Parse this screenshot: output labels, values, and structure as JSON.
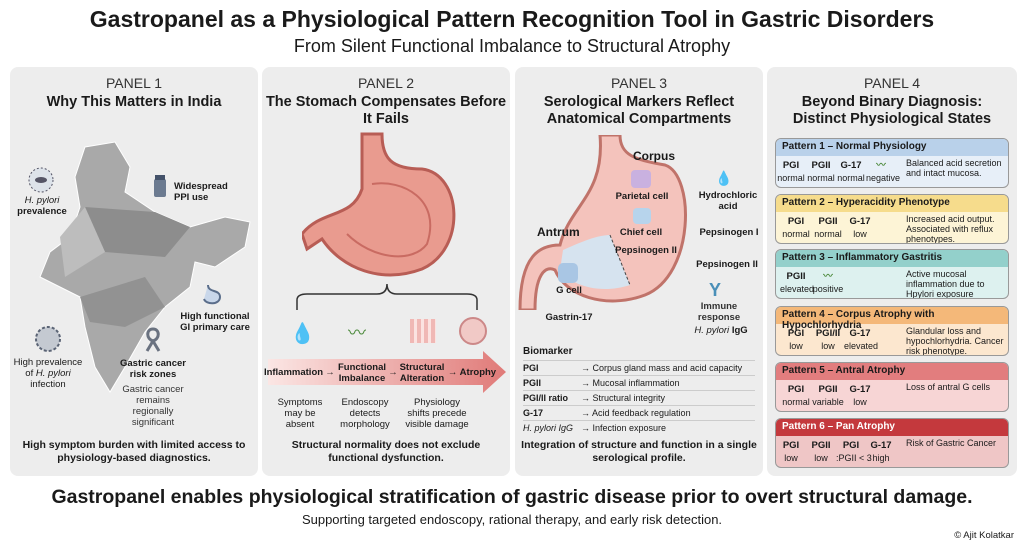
{
  "title": "Gastropanel as a Physiological Pattern Recognition Tool in Gastric Disorders",
  "subtitle": "From Silent Functional Imbalance to Structural Atrophy",
  "panel1": {
    "num": "PANEL 1",
    "title": "Why This Matters in India",
    "hp_prev": [
      "H. pylori",
      "prevalence"
    ],
    "ppi": [
      "Widespread",
      "PPI use"
    ],
    "gi": [
      "High functional",
      "GI primary care"
    ],
    "infection": [
      "High prevalence",
      "of",
      "H. pylori",
      "infection"
    ],
    "cancer": [
      "Gastric cancer",
      "risk zones"
    ],
    "cancer_note": "Gastric cancer remains regionally significant",
    "footer": "High symptom burden with limited access to physiology-based diagnostics."
  },
  "panel2": {
    "num": "PANEL 2",
    "title": "The Stomach Compensates Before It Fails",
    "flow": [
      "Inflammation",
      "→",
      "Functional Imbalance",
      "→",
      "Structural Alteration",
      "→ Atrophy"
    ],
    "notes": [
      "Symptoms may be absent",
      "Endoscopy detects morphology",
      "Physiology shifts precede visible damage"
    ],
    "footer": "Structural normality does not exclude functional dysfunction."
  },
  "panel3": {
    "num": "PANEL 3",
    "title": "Serological Markers Reflect Anatomical Compartments",
    "corpus": "Corpus",
    "antrum": "Antrum",
    "parietal": "Parietal cell",
    "chief": "Chief cell",
    "gcell": "G cell",
    "gastrin": "Gastrin-17",
    "hcl": "Hydrochloric acid",
    "pg1": "Pepsinogen I",
    "pg2_in": "Pepsinogen II",
    "pg2_out": "Pepsinogen II",
    "immune": "Immune response",
    "igg_i": "H. pylori",
    "igg": "IgG",
    "table_header": "Biomarker",
    "rows": [
      {
        "k": "PGI",
        "v": "→  Corpus gland mass and acid capacity"
      },
      {
        "k": "PGII",
        "v": "→  Mucosal inflammation"
      },
      {
        "k": "PGI/II ratio",
        "v": "→  Structural integrity"
      },
      {
        "k": "G-17",
        "v": "→  Acid feedback regulation"
      },
      {
        "k": "H. pylori IgG",
        "v": "→  Infection exposure"
      }
    ],
    "footer": "Integration of structure and function in a single serological profile."
  },
  "panel4": {
    "num": "PANEL 4",
    "title": "Beyond Binary Diagnosis: Distinct Physiological States",
    "patterns": [
      {
        "title": "Pattern 1 – Normal Physiology",
        "markers": [
          [
            "PGI",
            "normal"
          ],
          [
            "PGII",
            "normal"
          ],
          [
            "G-17",
            "normal"
          ],
          [
            "",
            "negative"
          ]
        ],
        "desc": "Balanced acid secretion and intact mucosa."
      },
      {
        "title": "Pattern 2 – Hyperacidity Phenotype",
        "markers": [
          [
            "PGI",
            "normal"
          ],
          [
            "PGII",
            "normal"
          ],
          [
            "G-17",
            "low"
          ]
        ],
        "desc": "Increased acid output. Associated with reflux phenotypes."
      },
      {
        "title": "Pattern 3 – Inflammatory Gastritis",
        "markers": [
          [
            "PGII",
            "elevated"
          ],
          [
            "",
            "positive"
          ]
        ],
        "desc": "Active mucosal inflammation due to Hpylori exposure"
      },
      {
        "title": "Pattern 4 – Corpus Atrophy with Hypochlorhydria",
        "markers": [
          [
            "PGI",
            "low"
          ],
          [
            "PGI/II",
            "low"
          ],
          [
            "G-17",
            "elevated"
          ]
        ],
        "desc": "Glandular loss and hypochlorhydria. Cancer risk phenotype."
      },
      {
        "title": "Pattern 5 – Antral Atrophy",
        "markers": [
          [
            "PGI",
            "normal"
          ],
          [
            "PGII",
            "variable"
          ],
          [
            "G-17",
            "low"
          ]
        ],
        "desc": "Loss of antral G cells"
      },
      {
        "title": "Pattern 6 – Pan Atrophy",
        "markers": [
          [
            "PGI",
            "low"
          ],
          [
            "PGII",
            "low"
          ],
          [
            "PGI",
            ":PGII < 3"
          ],
          [
            "G-17",
            "high"
          ]
        ],
        "desc": "Risk of Gastric Cancer"
      }
    ],
    "colors": [
      [
        "#b9d1ea",
        "#e7eff8"
      ],
      [
        "#f6dc8c",
        "#fdf4d6"
      ],
      [
        "#93d0cb",
        "#ddf1ef"
      ],
      [
        "#f4b879",
        "#fce7cf"
      ],
      [
        "#e27d7e",
        "#f7d5d5"
      ],
      [
        "#c4393d",
        "#efc6c6"
      ]
    ]
  },
  "footer": {
    "main": "Gastropanel enables physiological stratification of gastric disease prior to overt structural damage.",
    "sub": "Supporting targeted endoscopy, rational therapy, and early risk detection.",
    "credit": "© Ajit Kolatkar"
  }
}
